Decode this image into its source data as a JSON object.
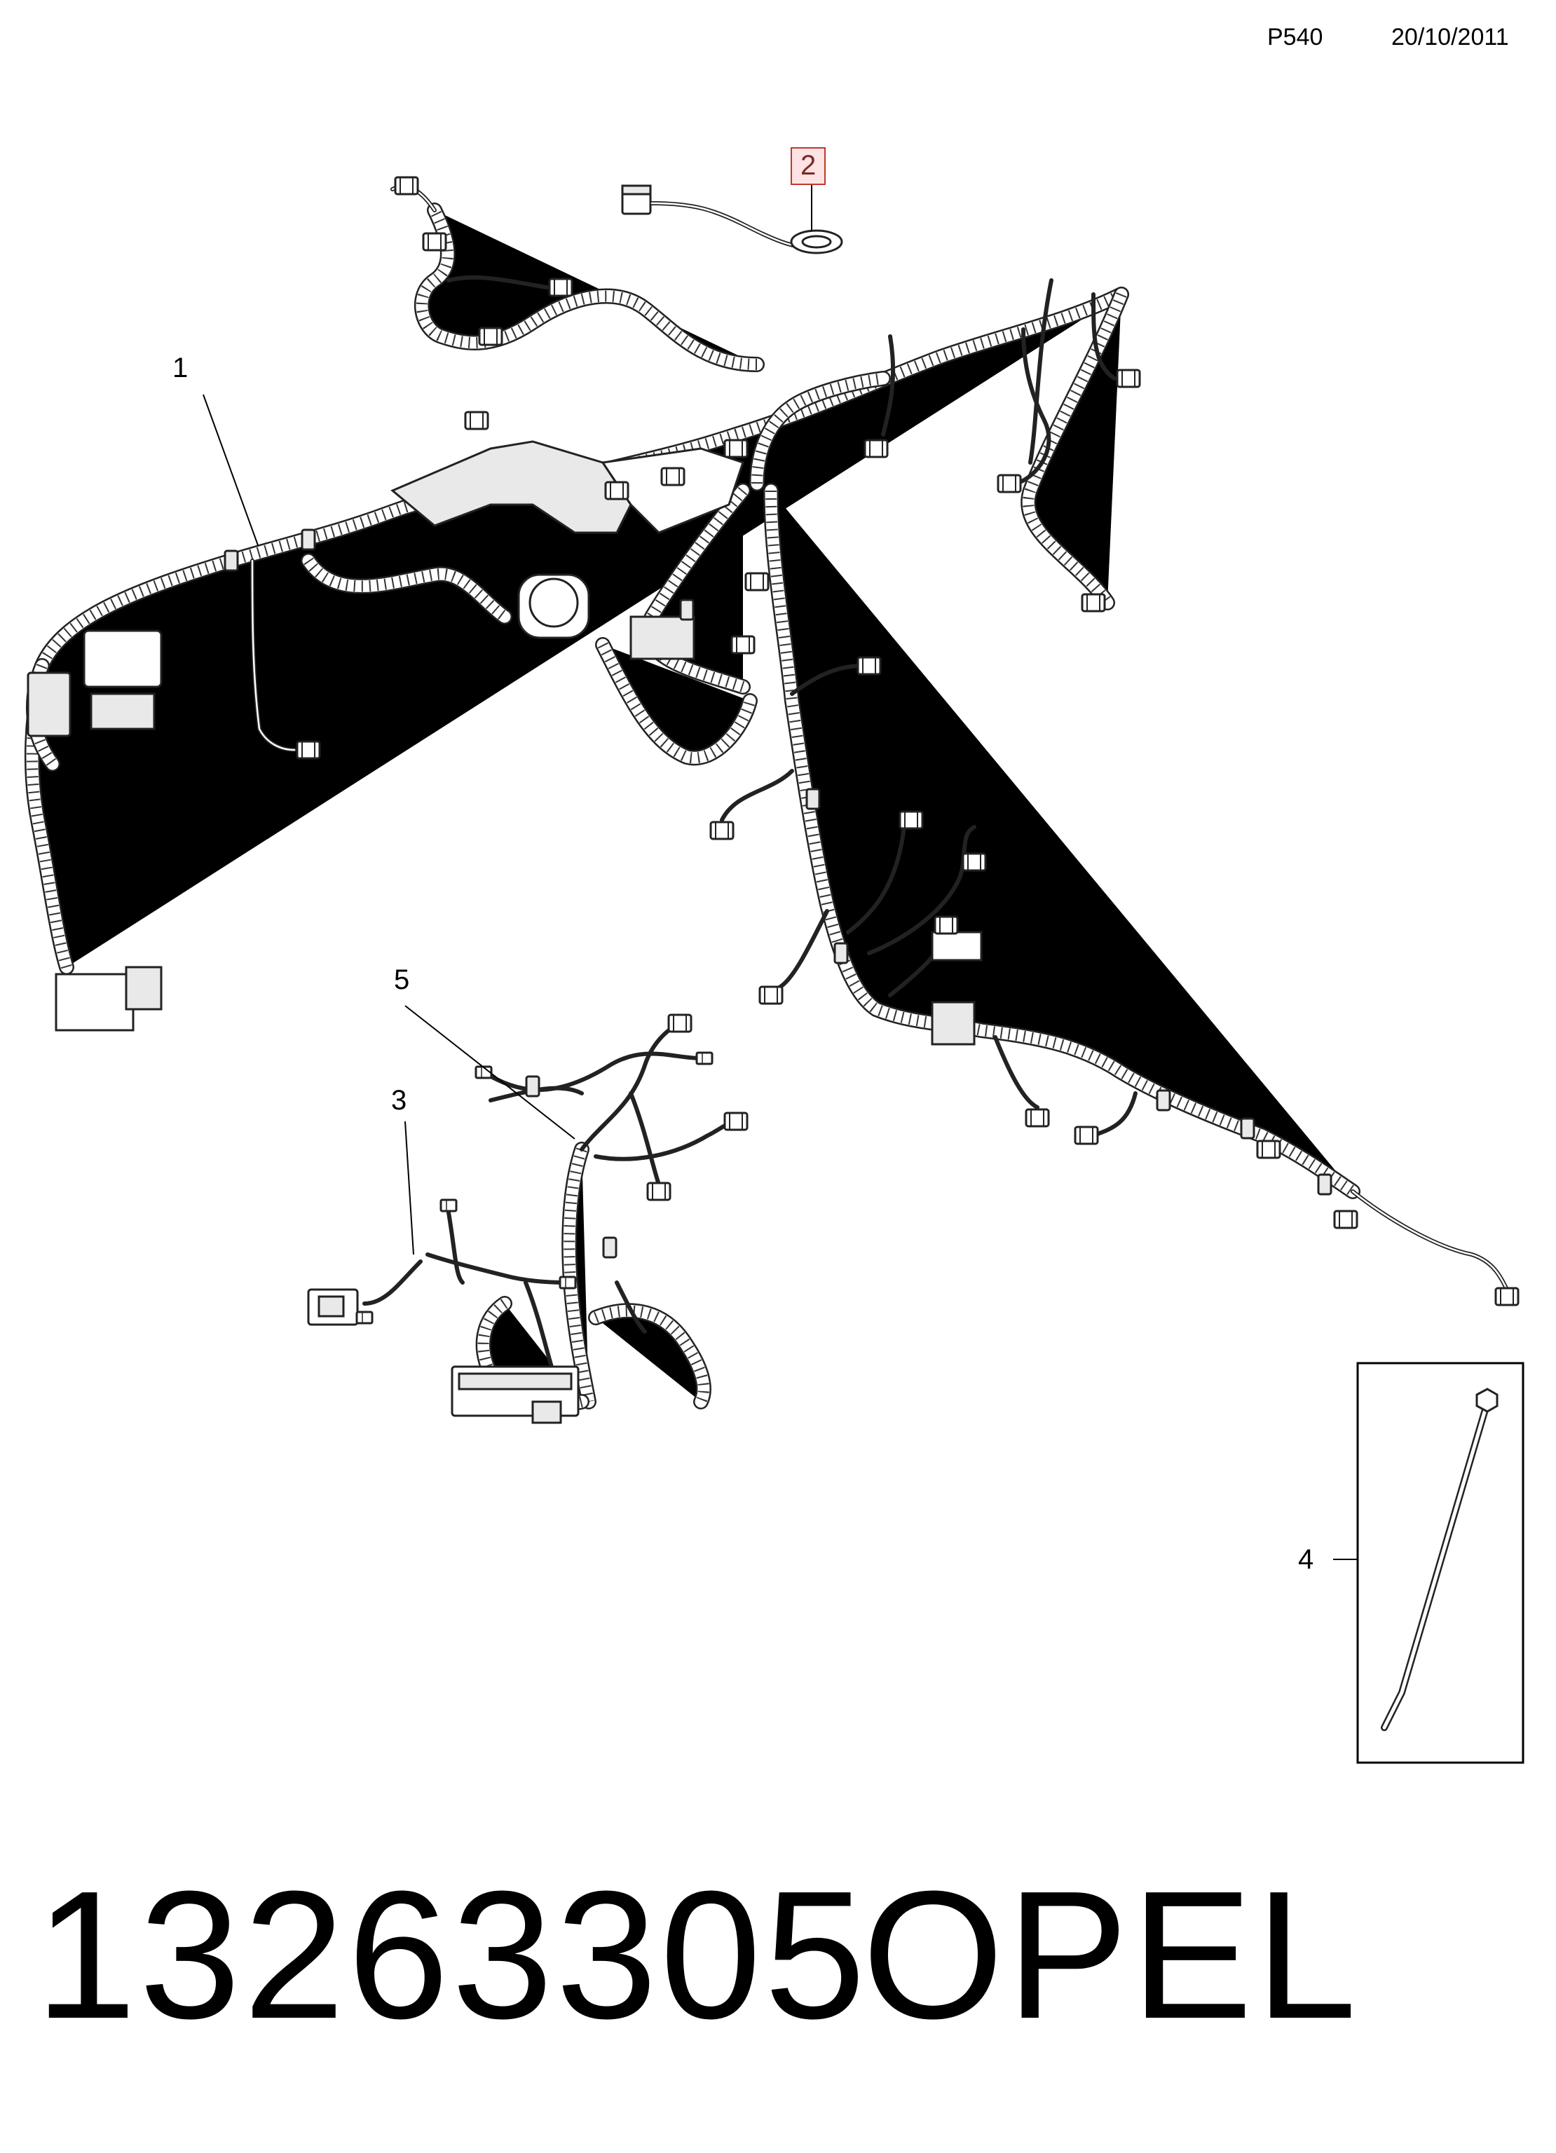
{
  "header": {
    "diagram_code": "P540",
    "date": "20/10/2011"
  },
  "callouts": [
    {
      "id": "1",
      "label": "1",
      "highlighted": false
    },
    {
      "id": "2",
      "label": "2",
      "highlighted": true
    },
    {
      "id": "3",
      "label": "3",
      "highlighted": false
    },
    {
      "id": "4",
      "label": "4",
      "highlighted": false
    },
    {
      "id": "5",
      "label": "5",
      "highlighted": false
    }
  ],
  "footer": {
    "part_number": "13263305",
    "brand": "OPEL"
  },
  "colors": {
    "line": "#222222",
    "highlight_border": "#c0392b",
    "highlight_fill": "#fde3e3"
  }
}
